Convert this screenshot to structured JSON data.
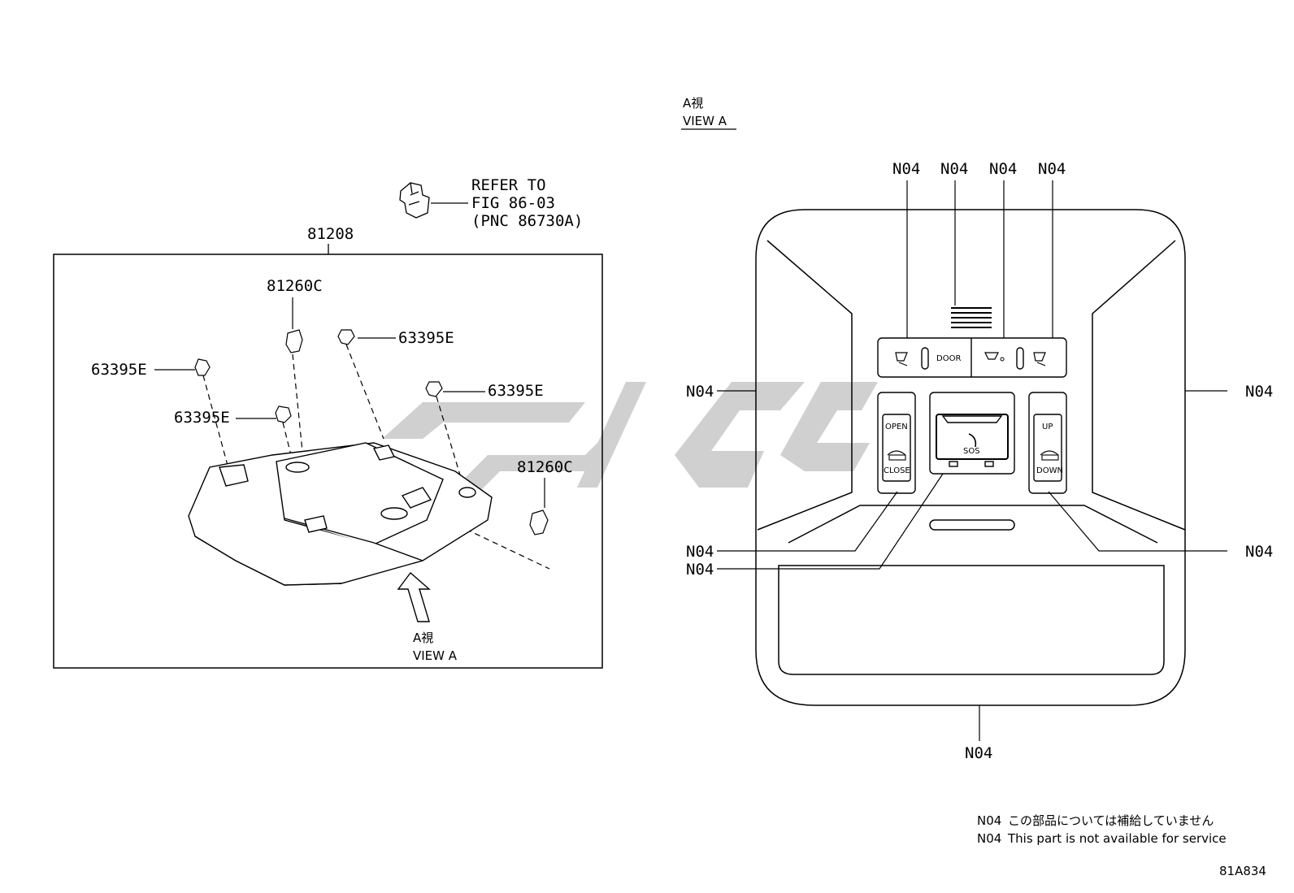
{
  "left": {
    "refer_line1": "REFER TO",
    "refer_line2": "FIG 86-03",
    "refer_line3": "(PNC 86730A)",
    "assembly_part": "81208",
    "clip_81260c_top": "81260C",
    "clip_81260c_right": "81260C",
    "clip_63395e_top": "63395E",
    "clip_63395e_left": "63395E",
    "clip_63395e_right": "63395E",
    "clip_63395e_mid": "63395E",
    "view_jp": "A視",
    "view_en": "VIEW A"
  },
  "right": {
    "view_jp": "A視",
    "view_en": "VIEW A",
    "callouts": [
      "N04",
      "N04",
      "N04",
      "N04",
      "N04",
      "N04",
      "N04",
      "N04",
      "N04",
      "N04"
    ],
    "buttons": {
      "door": "DOOR",
      "open": "OPEN",
      "close": "CLOSE",
      "up": "UP",
      "down": "DOWN",
      "sos": "SOS"
    }
  },
  "notes": {
    "line1_code": "N04",
    "line1_text": "この部品については補給していません",
    "line2_code": "N04",
    "line2_text": "This part is not available for service"
  },
  "figure_id": "81A834"
}
